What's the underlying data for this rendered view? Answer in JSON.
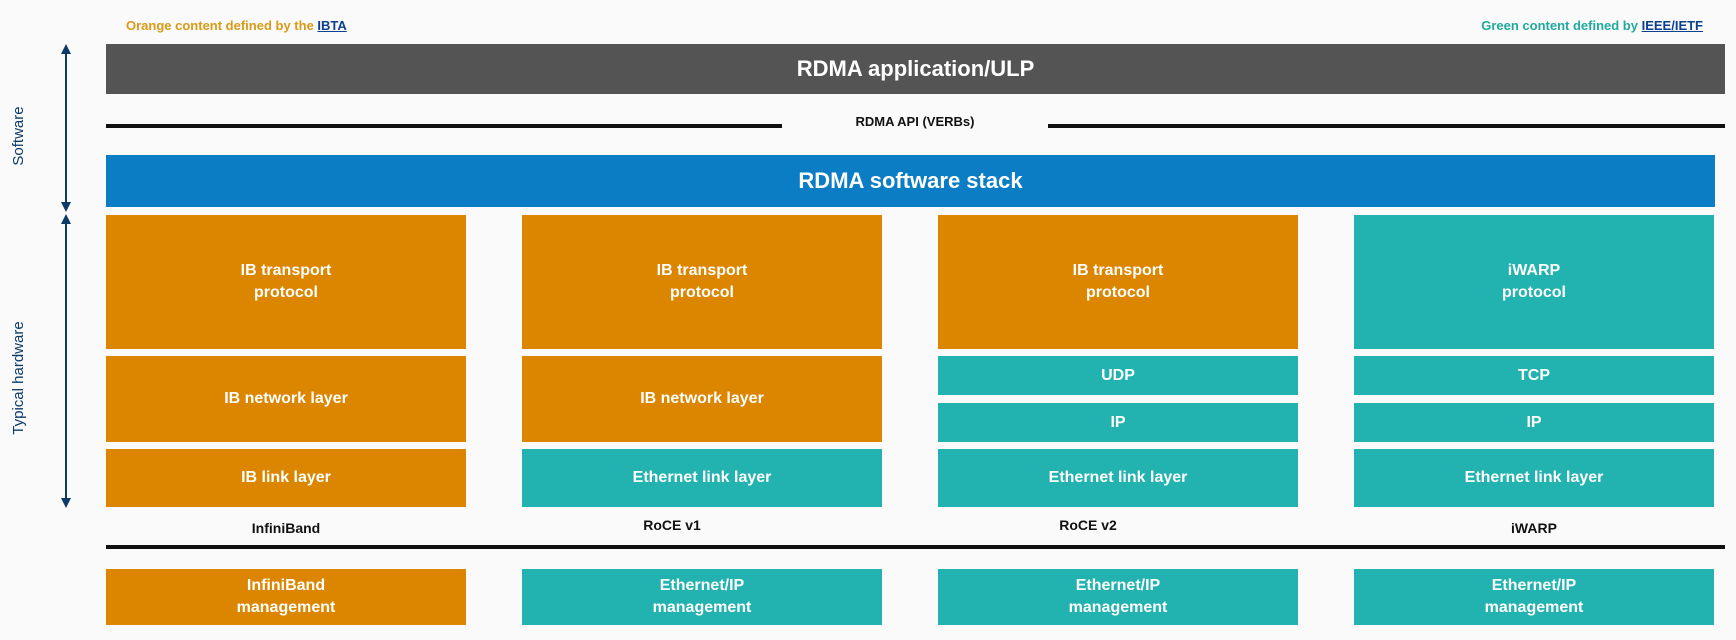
{
  "legend": {
    "left_prefix": "Orange content defined by the ",
    "left_link": "IBTA",
    "right_prefix": "Green content defined by ",
    "right_link": "IEEE/IETF"
  },
  "sides": {
    "software": "Software",
    "hardware": "Typical hardware"
  },
  "app_bar": "RDMA application/ULP",
  "api_label": "RDMA API (VERBs)",
  "stack_bar": "RDMA software stack",
  "columns": [
    {
      "name": "InfiniBand",
      "transport": "IB transport\nprotocol",
      "network": "IB network layer",
      "link": "IB link layer",
      "management": "InfiniBand\nmanagement"
    },
    {
      "name": "RoCE v1",
      "transport": "IB transport\nprotocol",
      "network": "IB network layer",
      "link": "Ethernet link layer",
      "management": "Ethernet/IP\nmanagement"
    },
    {
      "name": "RoCE v2",
      "transport": "IB transport\nprotocol",
      "upper": "UDP",
      "lower": "IP",
      "link": "Ethernet link layer",
      "management": "Ethernet/IP\nmanagement"
    },
    {
      "name": "iWARP",
      "transport": "iWARP\nprotocol",
      "upper": "TCP",
      "lower": "IP",
      "link": "Ethernet link layer",
      "management": "Ethernet/IP\nmanagement"
    }
  ],
  "colors": {
    "orange": "#dc8600",
    "teal": "#22b3b0",
    "app_bar": "#545454",
    "stack_bar": "#0a7dc5"
  }
}
